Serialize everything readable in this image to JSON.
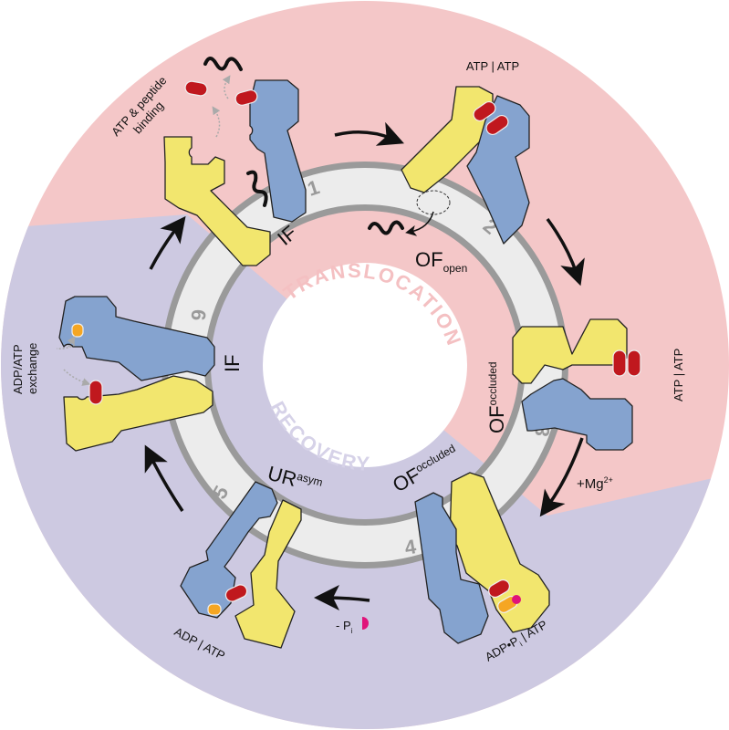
{
  "colors": {
    "translocation_bg": "#f4c7c8",
    "recovery_bg": "#cdc9e1",
    "ring": "#ececec",
    "ring_border": "#9a9a9a",
    "nbd_a": "#85a3cf",
    "nbd_b": "#f2e66e",
    "atp": "#c0181e",
    "adp": "#f5a623",
    "pi": "#e0137a"
  },
  "phases": {
    "translocation": "TRANSLOCATION",
    "recovery": "RECOVERY"
  },
  "steps": [
    "1",
    "2",
    "3",
    "4",
    "5",
    "6"
  ],
  "states": {
    "s1": {
      "name": "IF",
      "annotation_line1": "ATP & peptide",
      "annotation_line2": "binding"
    },
    "s2": {
      "name": "OF",
      "sup": "open",
      "nucleotides": "ATP | ATP"
    },
    "s3": {
      "name": "OF",
      "sup": "occluded",
      "nucleotides": "ATP | ATP"
    },
    "s4": {
      "name": "OF",
      "sup": "occluded",
      "nucleotides_a": "ADP•P",
      "nucleotides_sub": "i",
      "nucleotides_b": " | ATP"
    },
    "s5": {
      "name": "UR",
      "sup": "asym",
      "nucleotides": "ADP | ATP"
    },
    "s6": {
      "name": "IF",
      "annotation_line1": "ADP/ATP",
      "annotation_line2": "exchange"
    }
  },
  "transitions": {
    "mg": "+Mg",
    "mg_sup": "2+",
    "pi_release": "- P",
    "pi_sub": "i"
  },
  "arrow_icon": "curved-arrow"
}
